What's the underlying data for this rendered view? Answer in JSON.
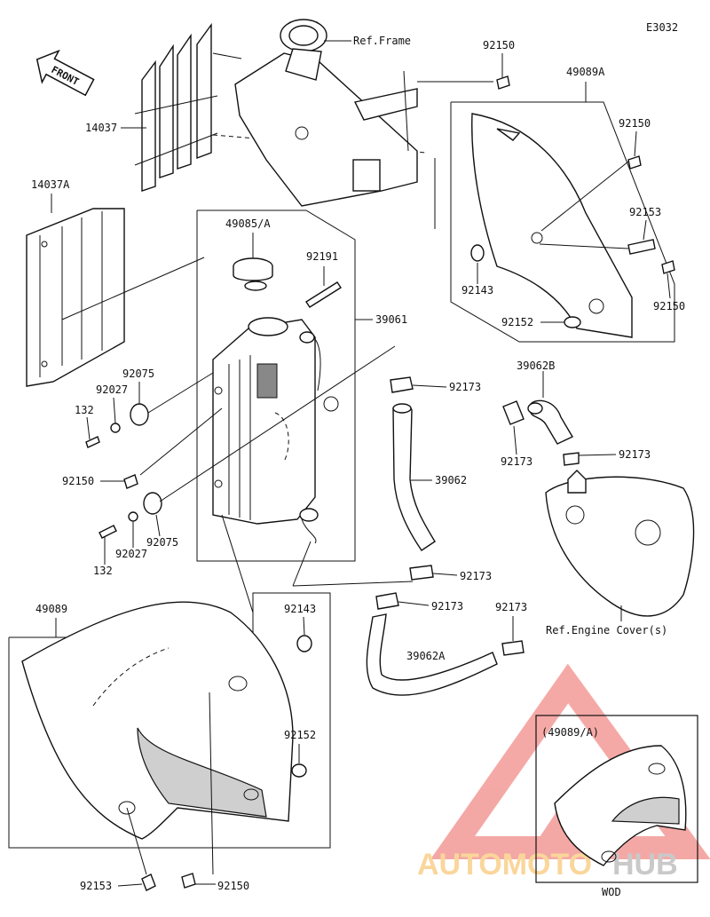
{
  "diagram_code": "E3032",
  "front_label": "FRONT",
  "wod_inset": {
    "title": "(49089/A)",
    "caption": "WOD"
  },
  "watermark": {
    "part1": "AUTOMOTO",
    "part2": "HUB"
  },
  "callouts": {
    "ref_frame": "Ref.Frame",
    "ref_engine_cover": "Ref.Engine Cover(s)",
    "grille_main": "14037",
    "grille_a": "14037A",
    "shroud_a": "49089A",
    "shroud": "49089",
    "cap": "49085/A",
    "radiator": "39061",
    "overflow_hose": "92191",
    "hose_b": "39062B",
    "hose_main": "39062",
    "hose_a": "39062A",
    "bolt_top": "92150",
    "bolt_shroud_a1": "92150",
    "bolt_shroud_a2": "92150",
    "bolt_radiator": "92150",
    "bolt_bottom": "92150",
    "bolt_92153_a": "92153",
    "bolt_92153_b": "92153",
    "grommet_a": "92143",
    "grommet_b": "92143",
    "collar_a": "92152",
    "collar_b": "92152",
    "clamp_1": "92173",
    "clamp_2": "92173",
    "clamp_3": "92173",
    "clamp_4": "92173",
    "clamp_5": "92173",
    "clamp_6": "92173",
    "damper_top": "92075",
    "damper_bottom": "92075",
    "washer_top": "92027",
    "washer_bottom": "92027",
    "bolt_132_top": "132",
    "bolt_132_bottom": "132"
  }
}
